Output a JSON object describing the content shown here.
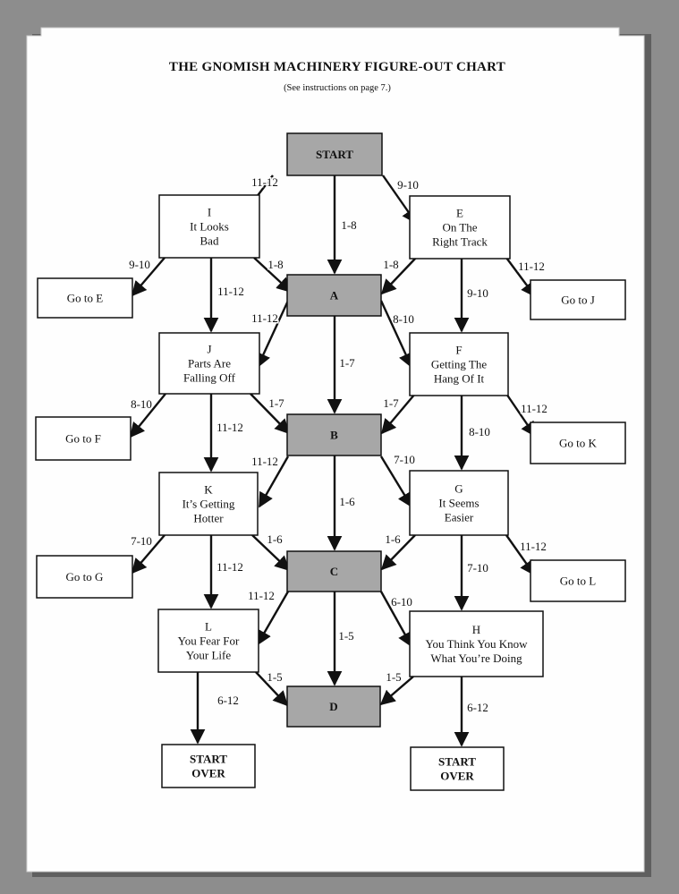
{
  "header": {
    "title": "THE GNOMISH MACHINERY FIGURE-OUT CHART",
    "subtitle": "(See instructions on page 7.)"
  },
  "colors": {
    "background": "#8d8d8d",
    "paper": "#ffffff",
    "shaded_box": "#a7a7a7",
    "ink": "#111111"
  },
  "nodes": {
    "start": {
      "lines": [
        "START"
      ]
    },
    "I": {
      "lines": [
        "I",
        "It Looks",
        "Bad"
      ]
    },
    "E": {
      "lines": [
        "E",
        "On The",
        "Right Track"
      ]
    },
    "goE": {
      "lines": [
        "Go to E"
      ]
    },
    "A": {
      "lines": [
        "A"
      ]
    },
    "goJ": {
      "lines": [
        "Go to J"
      ]
    },
    "J": {
      "lines": [
        "J",
        "Parts Are",
        "Falling Off"
      ]
    },
    "F": {
      "lines": [
        "F",
        "Getting The",
        "Hang Of It"
      ]
    },
    "goF": {
      "lines": [
        "Go to F"
      ]
    },
    "B": {
      "lines": [
        "B"
      ]
    },
    "goK": {
      "lines": [
        "Go to K"
      ]
    },
    "K": {
      "lines": [
        "K",
        "It’s Getting",
        "Hotter"
      ]
    },
    "G": {
      "lines": [
        "G",
        "It Seems",
        "Easier"
      ]
    },
    "goG": {
      "lines": [
        "Go to G"
      ]
    },
    "C": {
      "lines": [
        "C"
      ]
    },
    "goL": {
      "lines": [
        "Go to L"
      ]
    },
    "L": {
      "lines": [
        "L",
        "You Fear For",
        "Your Life"
      ]
    },
    "H": {
      "lines": [
        "H",
        "You Think You Know",
        "What You’re Doing"
      ]
    },
    "D": {
      "lines": [
        "D"
      ]
    },
    "overL": {
      "lines": [
        "START",
        "OVER"
      ]
    },
    "overR": {
      "lines": [
        "START",
        "OVER"
      ]
    }
  },
  "edges": [
    {
      "from": "start",
      "to": "I",
      "label": "11-12"
    },
    {
      "from": "start",
      "to": "A",
      "label": "1-8"
    },
    {
      "from": "start",
      "to": "E",
      "label": "9-10"
    },
    {
      "from": "I",
      "to": "goE",
      "label": "9-10"
    },
    {
      "from": "I",
      "to": "A",
      "label": "1-8"
    },
    {
      "from": "I",
      "to": "J",
      "label": "11-12"
    },
    {
      "from": "E",
      "to": "A",
      "label": "1-8"
    },
    {
      "from": "E",
      "to": "F",
      "label": "9-10"
    },
    {
      "from": "E",
      "to": "goJ",
      "label": "11-12"
    },
    {
      "from": "A",
      "to": "J",
      "label": "11-12"
    },
    {
      "from": "A",
      "to": "B",
      "label": "1-7"
    },
    {
      "from": "A",
      "to": "F",
      "label": "8-10"
    },
    {
      "from": "J",
      "to": "goF",
      "label": "8-10"
    },
    {
      "from": "J",
      "to": "B",
      "label": "1-7"
    },
    {
      "from": "J",
      "to": "K",
      "label": "11-12"
    },
    {
      "from": "F",
      "to": "B",
      "label": "1-7"
    },
    {
      "from": "F",
      "to": "G",
      "label": "8-10"
    },
    {
      "from": "F",
      "to": "goK",
      "label": "11-12"
    },
    {
      "from": "B",
      "to": "K",
      "label": "11-12"
    },
    {
      "from": "B",
      "to": "C",
      "label": "1-6"
    },
    {
      "from": "B",
      "to": "G",
      "label": "7-10"
    },
    {
      "from": "K",
      "to": "goG",
      "label": "7-10"
    },
    {
      "from": "K",
      "to": "C",
      "label": "1-6"
    },
    {
      "from": "K",
      "to": "L",
      "label": "11-12"
    },
    {
      "from": "G",
      "to": "C",
      "label": "1-6"
    },
    {
      "from": "G",
      "to": "H",
      "label": "7-10"
    },
    {
      "from": "G",
      "to": "goL",
      "label": "11-12"
    },
    {
      "from": "C",
      "to": "L",
      "label": "11-12"
    },
    {
      "from": "C",
      "to": "D",
      "label": "1-5"
    },
    {
      "from": "C",
      "to": "H",
      "label": "6-10"
    },
    {
      "from": "L",
      "to": "D",
      "label": "1-5"
    },
    {
      "from": "L",
      "to": "overL",
      "label": "6-12"
    },
    {
      "from": "H",
      "to": "D",
      "label": "1-5"
    },
    {
      "from": "H",
      "to": "overR",
      "label": "6-12"
    }
  ]
}
